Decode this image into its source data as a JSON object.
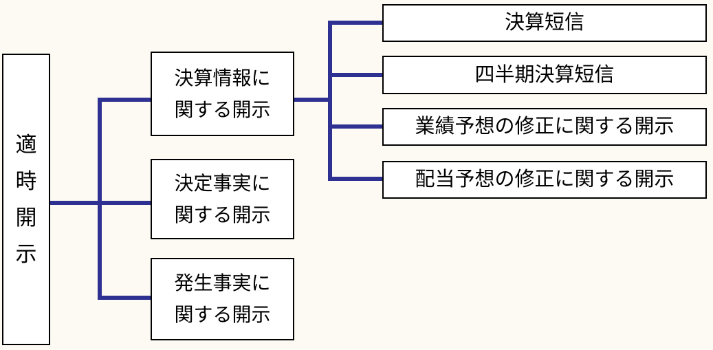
{
  "diagram": {
    "type": "tree",
    "background_color": "#fcfaf2",
    "node_fill_color": "#ffffff",
    "node_border_color": "#000000",
    "connector_color": "#2e3192",
    "root": {
      "label": "適時開示",
      "orientation": "vertical",
      "chars": [
        "適",
        "時",
        "開",
        "示"
      ]
    },
    "level2": [
      {
        "label": "決算情報に関する開示",
        "line1": "決算情報に",
        "line2": "関する開示"
      },
      {
        "label": "決定事実に関する開示",
        "line1": "決定事実に",
        "line2": "関する開示"
      },
      {
        "label": "発生事実に関する開示",
        "line1": "発生事実に",
        "line2": "関する開示"
      }
    ],
    "level3": [
      {
        "label": "決算短信"
      },
      {
        "label": "四半期決算短信"
      },
      {
        "label": "業績予想の修正に関する開示"
      },
      {
        "label": "配当予想の修正に関する開示"
      }
    ]
  }
}
